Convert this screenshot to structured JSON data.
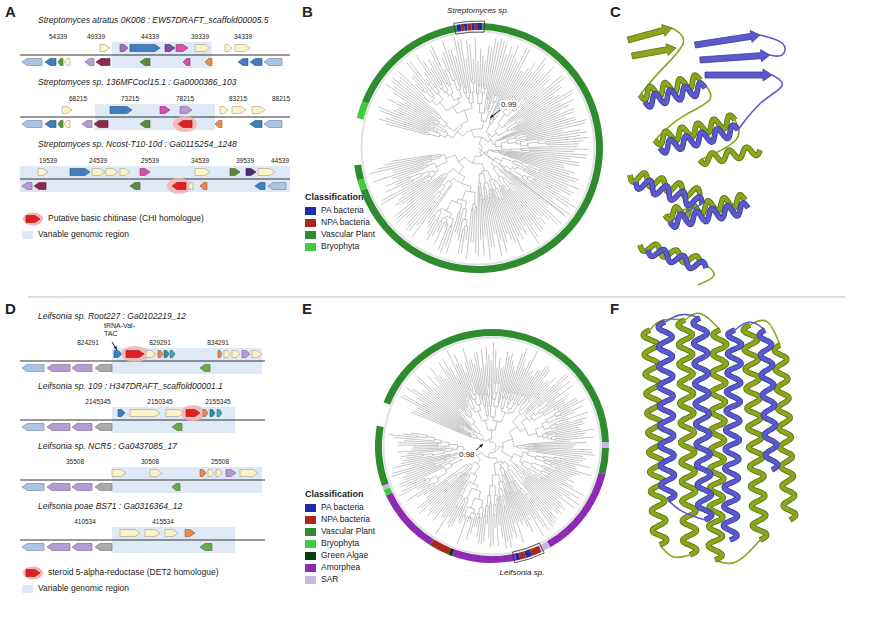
{
  "diagram": {
    "labels": [
      "A",
      "Streptomyces atratus 0K008 : EW57DRAFT_scaffold00005.5",
      "54339",
      "49339",
      "44339",
      "39339",
      "34339",
      "Streptomyces sp. 136MFCocl15.1 : Ga0000386_103",
      "68215",
      "73215",
      "78215",
      "83215",
      "88215",
      "Streptomyces sp. Ncost-T10-10d : Ga0115254_1248",
      "19539",
      "24539",
      "29539",
      "34539",
      "39539",
      "44539",
      "B",
      "Streptomyces sp.",
      "0.99",
      "Classification",
      "C",
      "D",
      "Leifsonia sp. Root227 : Ga0102219_12",
      "tRNA-Val-TAC",
      "824291",
      "829291",
      "834291",
      "Leifsonia sp. 109 : H347DRAFT_scaffold00001.1",
      "2145345",
      "2150345",
      "2155345",
      "Leifsonia sp. NCR5 : Ga0437085_17",
      "35508",
      "30508",
      "25508",
      "Leifsonia poae BS71 : Ga0316364_12",
      "410534",
      "415534",
      "E",
      "0.98",
      "Leifsonia sp.",
      "Classification",
      "F"
    ],
    "legend": [
      {
        "text": "Putative basic chitinase (CHI homologue)"
      },
      {
        "text": "Variable genomic region",
        "color": "#dfe9f5"
      },
      {
        "text": "PA bacteria",
        "color": "#1f2aa8"
      },
      {
        "text": "NPA bacteria",
        "color": "#a8281a"
      },
      {
        "text": "Vascular Plant",
        "color": "#2e8b2e"
      },
      {
        "text": "Bryophyta",
        "color": "#3fcc3f"
      },
      {
        "text": "steroid 5-alpha-reductase (DET2 homologue)"
      },
      {
        "text": "Variable genomic region",
        "color": "#dfe9f5"
      },
      {
        "text": "PA bacteria",
        "color": "#1f2aa8"
      },
      {
        "text": "NPA bacteria",
        "color": "#a8281a"
      },
      {
        "text": "Vascular Plant",
        "color": "#2e8b2e"
      },
      {
        "text": "Bryophyta",
        "color": "#3fcc3f"
      },
      {
        "text": "Green Algae",
        "color": "#0d3d0d"
      },
      {
        "text": "Amorphea",
        "color": "#8e2bb5"
      },
      {
        "text": "SAR",
        "color": "#c8b8e0"
      }
    ]
  }
}
